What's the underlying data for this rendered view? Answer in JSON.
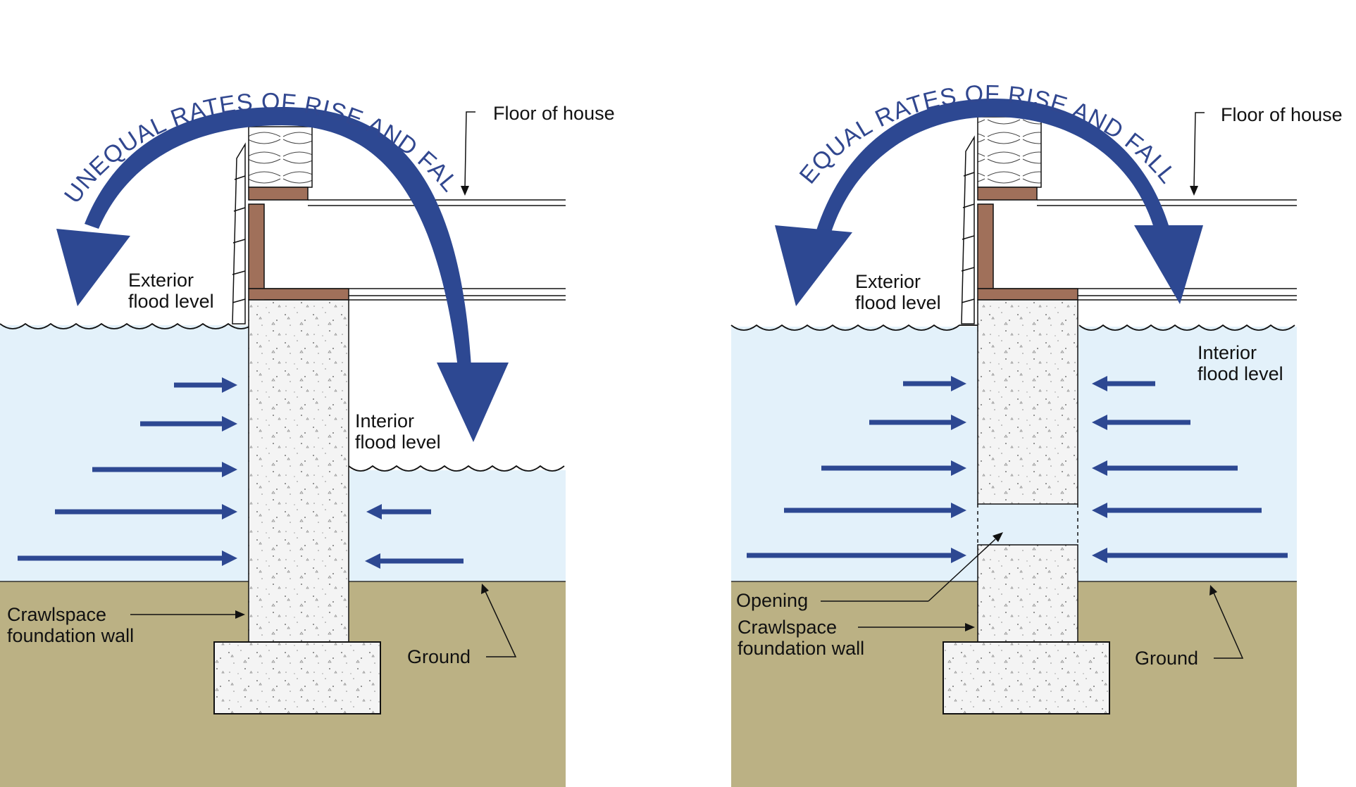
{
  "colors": {
    "water": "#e3f1fa",
    "ground": "#bbb184",
    "arrow": "#2d4892",
    "wood": "#a0705a",
    "concrete": "#f4f4f4",
    "line": "#111111"
  },
  "panels": [
    {
      "id": "unequal",
      "arc_title": "UNEQUAL RATES OF RISE AND FALL",
      "labels": {
        "floor": "Floor of house",
        "exterior_line1": "Exterior",
        "exterior_line2": "flood level",
        "interior_line1": "Interior",
        "interior_line2": "flood level",
        "crawl_line1": "Crawlspace",
        "crawl_line2": "foundation wall",
        "ground": "Ground"
      }
    },
    {
      "id": "equal",
      "arc_title": "EQUAL RATES OF RISE AND FALL",
      "labels": {
        "floor": "Floor of house",
        "exterior_line1": "Exterior",
        "exterior_line2": "flood level",
        "interior_line1": "Interior",
        "interior_line2": "flood level",
        "opening": "Opening",
        "crawl_line1": "Crawlspace",
        "crawl_line2": "foundation wall",
        "ground": "Ground"
      }
    }
  ]
}
